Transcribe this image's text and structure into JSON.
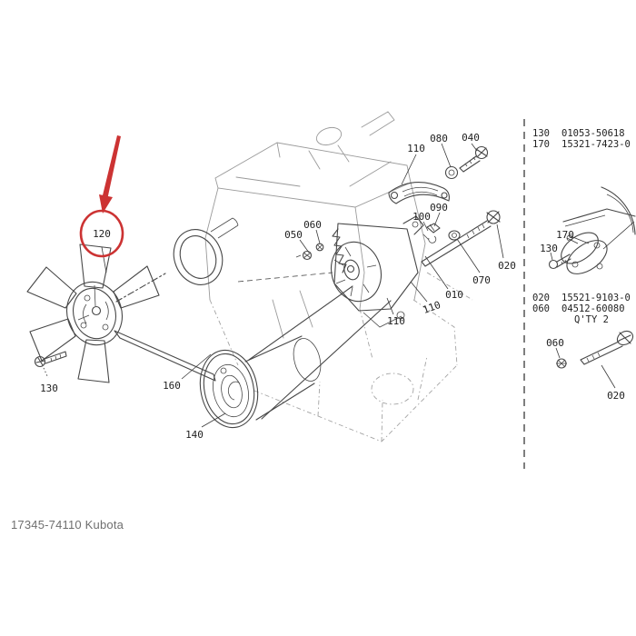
{
  "page": {
    "caption": "17345-74110 Kubota"
  },
  "colors": {
    "highlight_red": "#cc3333",
    "line_dark": "#474747",
    "line_faint": "#9a9a9a",
    "caption_gray": "#6f6f6f"
  },
  "diagram": {
    "highlighted_part": "120",
    "callouts": [
      {
        "ref": "120",
        "highlighted": true
      },
      {
        "ref": "130"
      },
      {
        "ref": "160"
      },
      {
        "ref": "140"
      },
      {
        "ref": "050"
      },
      {
        "ref": "060"
      },
      {
        "ref": "110"
      },
      {
        "ref": "080"
      },
      {
        "ref": "040"
      },
      {
        "ref": "090"
      },
      {
        "ref": "100"
      },
      {
        "ref": "020"
      },
      {
        "ref": "070"
      },
      {
        "ref": "010"
      },
      {
        "ref": "110"
      },
      {
        "ref": "110"
      }
    ]
  },
  "parts_panel": {
    "sections": [
      {
        "rows": [
          {
            "ref": "130",
            "part_number": "01053-50618"
          },
          {
            "ref": "170",
            "part_number": "15321-7423-0"
          }
        ],
        "inset_callouts": [
          {
            "ref": "170"
          },
          {
            "ref": "130"
          }
        ]
      },
      {
        "rows": [
          {
            "ref": "020",
            "part_number": "15521-9103-0"
          },
          {
            "ref": "060",
            "part_number": "04512-60080"
          }
        ],
        "qty_note": "Q'TY 2",
        "inset_callouts": [
          {
            "ref": "060"
          },
          {
            "ref": "020"
          }
        ]
      }
    ]
  }
}
